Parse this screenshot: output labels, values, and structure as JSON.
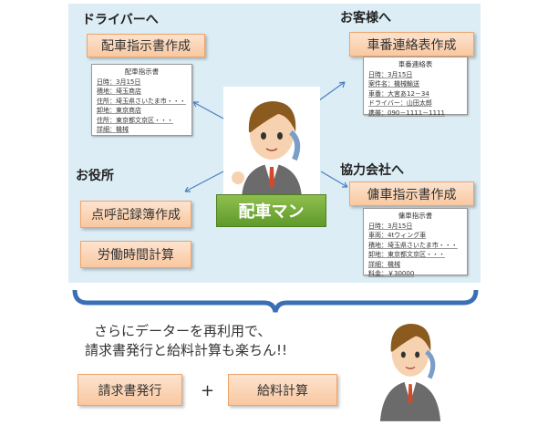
{
  "headings": {
    "driver": "ドライバーへ",
    "customer": "お客様へ",
    "government": "お役所",
    "partner": "協力会社へ"
  },
  "buttons": {
    "dispatch": "配車指示書作成",
    "vehicle": "車番連絡表作成",
    "charter": "傭車指示書作成",
    "rollcall": "点呼記録簿作成",
    "worktime": "労働時間計算",
    "invoice": "請求書発行",
    "payroll": "給料計算"
  },
  "center_label": "配車マン",
  "plus": "+",
  "message": [
    "さらにデーターを再利用で、",
    "請求書発行と給料計算も楽ちん!!"
  ],
  "docs": {
    "dispatch": {
      "title": "配車指示書",
      "lines": [
        "日時：3月15日",
        "積地：埼玉商店",
        "住所：埼玉県さいたま市・・・",
        "卸地：東京商店",
        "住所：東京都文京区・・・",
        "詳細：機械"
      ]
    },
    "vehicle": {
      "title": "車番連絡表",
      "lines": [
        "日時：3月15日",
        "案件名：機械輸送",
        "車番：大宮あ12－34",
        "ドライバー：山田太郎",
        "携帯：090－1111－1111"
      ]
    },
    "charter": {
      "title": "傭車指示書",
      "lines": [
        "日時：3月15日",
        "車両：4tウィング車",
        "積地：埼玉県さいたま市・・・",
        "卸地：東京都文京区・・・",
        "詳細：機械",
        "料金：￥30000"
      ]
    }
  }
}
